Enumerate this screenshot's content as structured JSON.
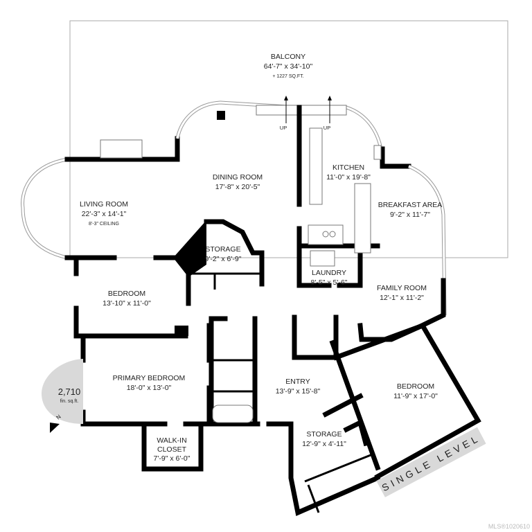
{
  "rooms": {
    "balcony": {
      "name": "BALCONY",
      "dims": "64'-7\" x 34'-10\"",
      "note": "+ 1227 SQ.FT."
    },
    "living_room": {
      "name": "LIVING ROOM",
      "dims": "22'-3\" x 14'-1\"",
      "note": "8'-3\" CEILING"
    },
    "dining_room": {
      "name": "DINING ROOM",
      "dims": "17'-8\" x 20'-5\""
    },
    "kitchen": {
      "name": "KITCHEN",
      "dims": "11'-0\" x 19'-8\""
    },
    "breakfast_area": {
      "name": "BREAKFAST AREA",
      "dims": "9'-2\" x 11'-7\""
    },
    "storage_1": {
      "name": "STORAGE",
      "dims": "9'-2\" x 6'-9\""
    },
    "laundry": {
      "name": "LAUNDRY",
      "dims": "8'-5\" x 5'-6\""
    },
    "family_room": {
      "name": "FAMILY ROOM",
      "dims": "12'-1\" x 11'-2\""
    },
    "bedroom_1": {
      "name": "BEDROOM",
      "dims": "13'-10\" x 11'-0\""
    },
    "primary_bedroom": {
      "name": "PRIMARY BEDROOM",
      "dims": "18'-0\" x 13'-0\""
    },
    "entry": {
      "name": "ENTRY",
      "dims": "13'-9\" x 15'-8\""
    },
    "bedroom_2": {
      "name": "BEDROOM",
      "dims": "11'-9\" x 17'-0\""
    },
    "walk_in_closet": {
      "name1": "WALK-IN",
      "name2": "CLOSET",
      "dims": "7'-9\" x 6'-0\""
    },
    "storage_2": {
      "name": "STORAGE",
      "dims": "12'-9\" x 4'-11\""
    }
  },
  "stairs": {
    "up_label": "UP"
  },
  "area_badge": {
    "value": "2,710",
    "unit": "fin. sq.ft."
  },
  "north_label": "N",
  "level_label": "SINGLE LEVEL",
  "watermark": "MLS®1020610",
  "colors": {
    "wall": "#000000",
    "badge": "#d9d9d9",
    "balcony_outline": "#999999"
  }
}
